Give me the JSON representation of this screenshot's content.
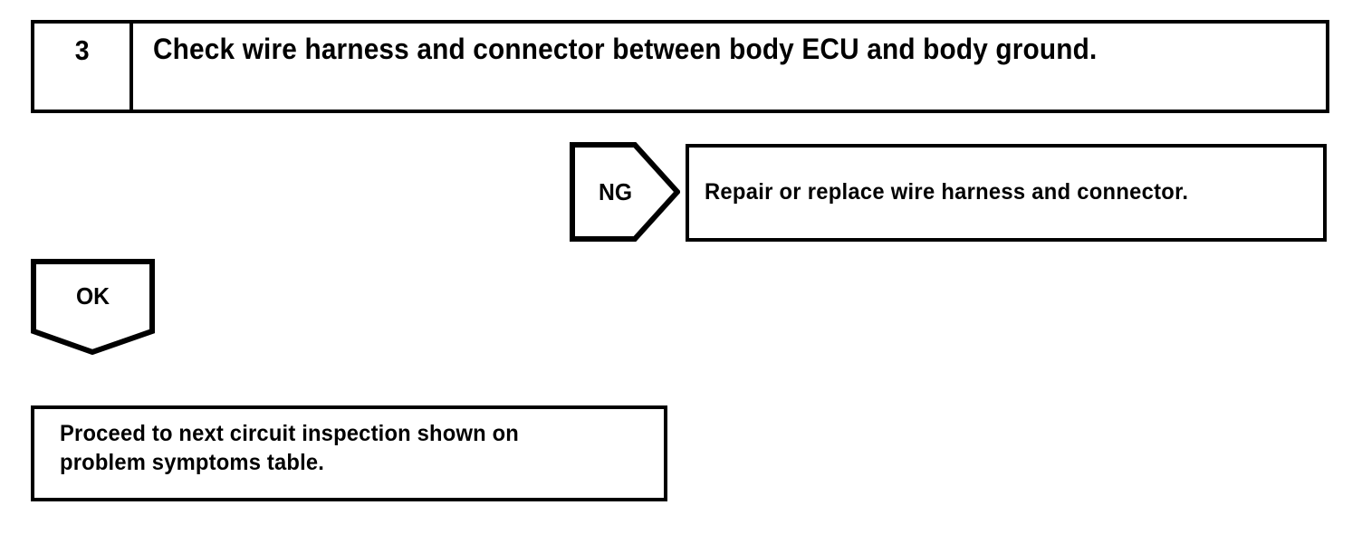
{
  "document": {
    "type": "troubleshooting-flowchart",
    "background_color": "#ffffff",
    "line_color": "#000000"
  },
  "step": {
    "number": "3",
    "title": "Check wire harness and connector between body ECU and body ground."
  },
  "branches": {
    "ng": {
      "label": "NG",
      "direction": "right",
      "result": {
        "text": "Repair or replace wire harness and connector."
      }
    },
    "ok": {
      "label": "OK",
      "direction": "down",
      "result": {
        "line1": "Proceed to next circuit inspection shown on",
        "line2": "problem symptoms table."
      }
    }
  }
}
